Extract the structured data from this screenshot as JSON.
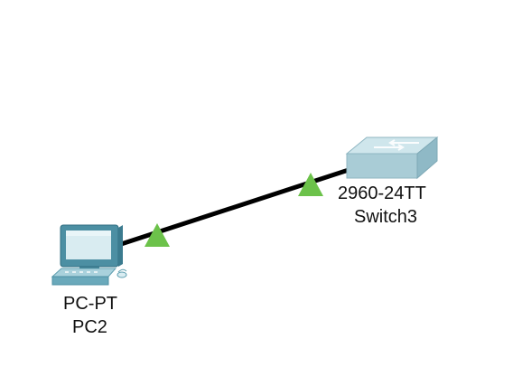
{
  "devices": {
    "pc": {
      "model": "PC-PT",
      "name": "PC2",
      "icon": "pc-icon"
    },
    "switch": {
      "model": "2960-24TT",
      "name": "Switch3",
      "icon": "switch-icon"
    }
  },
  "link": {
    "type": "copper-straight-through",
    "status": "up",
    "status_color": "#6cc24a"
  },
  "colors": {
    "link": "#000000",
    "device_body": "#5f9fb0",
    "device_light": "#a7cfd9",
    "switch_body": "#b9d7e0"
  }
}
